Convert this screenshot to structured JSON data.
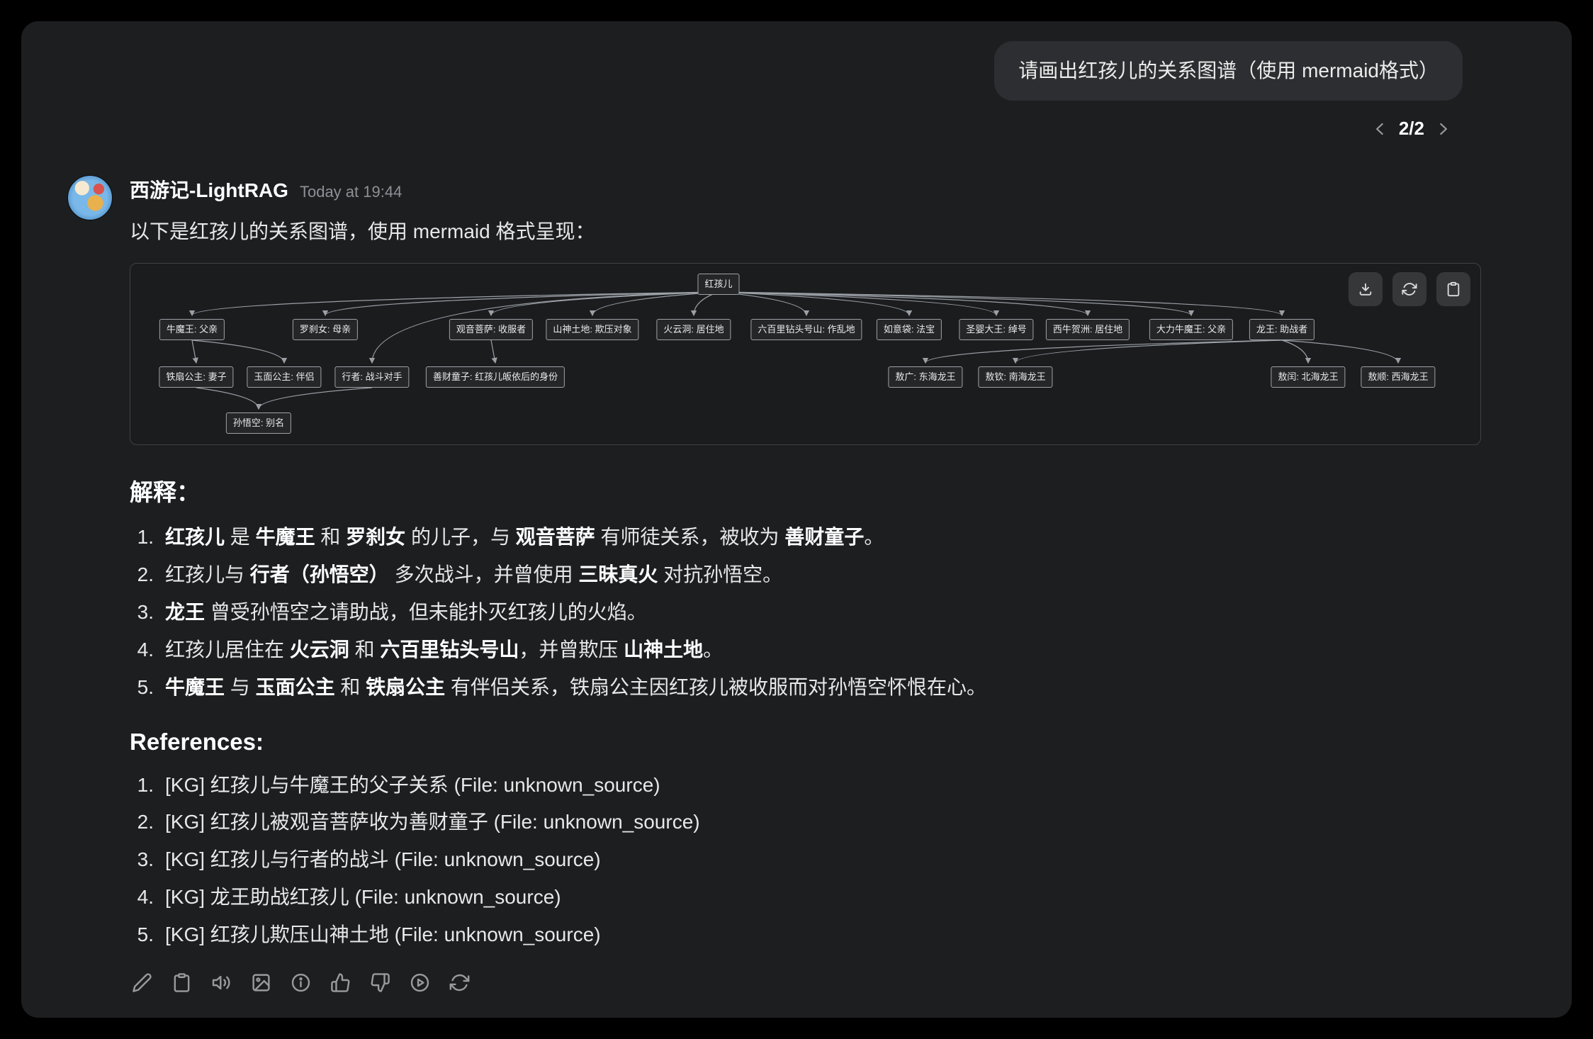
{
  "colors": {
    "window_bg": "#1d1e20",
    "user_bubble_bg": "#2d2e31",
    "edge_color": "#9aa0a6",
    "node_border": "#9fa2a6"
  },
  "user_message": {
    "text": "请画出红孩儿的关系图谱（使用 mermaid格式）"
  },
  "pagination": {
    "label": "2/2"
  },
  "assistant": {
    "name": "西游记-LightRAG",
    "timestamp": "Today at 19:44",
    "intro": "以下是红孩儿的关系图谱，使用 mermaid 格式呈现：",
    "explanation": {
      "heading": "解释：",
      "items": [
        [
          {
            "t": "红孩儿",
            "b": true
          },
          {
            "t": " 是 "
          },
          {
            "t": "牛魔王",
            "b": true
          },
          {
            "t": " 和 "
          },
          {
            "t": "罗刹女",
            "b": true
          },
          {
            "t": " 的儿子，与 "
          },
          {
            "t": "观音菩萨",
            "b": true
          },
          {
            "t": " 有师徒关系，被收为 "
          },
          {
            "t": "善财童子",
            "b": true
          },
          {
            "t": "。"
          }
        ],
        [
          {
            "t": "红孩儿与 "
          },
          {
            "t": "行者（孙悟空）",
            "b": true
          },
          {
            "t": " 多次战斗，并曾使用 "
          },
          {
            "t": "三昧真火",
            "b": true
          },
          {
            "t": " 对抗孙悟空。"
          }
        ],
        [
          {
            "t": "龙王",
            "b": true
          },
          {
            "t": " 曾受孙悟空之请助战，但未能扑灭红孩儿的火焰。"
          }
        ],
        [
          {
            "t": "红孩儿居住在 "
          },
          {
            "t": "火云洞",
            "b": true
          },
          {
            "t": " 和 "
          },
          {
            "t": "六百里钻头号山",
            "b": true
          },
          {
            "t": "，并曾欺压 "
          },
          {
            "t": "山神土地",
            "b": true
          },
          {
            "t": "。"
          }
        ],
        [
          {
            "t": "牛魔王",
            "b": true
          },
          {
            "t": " 与 "
          },
          {
            "t": "玉面公主",
            "b": true
          },
          {
            "t": " 和 "
          },
          {
            "t": "铁扇公主",
            "b": true
          },
          {
            "t": " 有伴侣关系，铁扇公主因红孩儿被收服而对孙悟空怀恨在心。"
          }
        ]
      ]
    },
    "references": {
      "heading": "References:",
      "items": [
        "[KG] 红孩儿与牛魔王的父子关系 (File: unknown_source)",
        "[KG] 红孩儿被观音菩萨收为善财童子 (File: unknown_source)",
        "[KG] 红孩儿与行者的战斗 (File: unknown_source)",
        "[KG] 龙王助战红孩儿 (File: unknown_source)",
        "[KG] 红孩儿欺压山神土地 (File: unknown_source)"
      ]
    }
  },
  "diagram": {
    "actions": [
      "download",
      "refresh",
      "clipboard"
    ],
    "nodes": [
      {
        "id": "honghaier",
        "label": "红孩儿"
      },
      {
        "id": "niumowang",
        "label": "牛魔王: 父亲"
      },
      {
        "id": "luochanv",
        "label": "罗刹女: 母亲"
      },
      {
        "id": "guanyin",
        "label": "观音菩萨: 收服者"
      },
      {
        "id": "shanshen",
        "label": "山神土地: 欺压对象"
      },
      {
        "id": "huoyundong",
        "label": "火云洞: 居住地"
      },
      {
        "id": "liubaili",
        "label": "六百里钻头号山: 作乱地"
      },
      {
        "id": "ruyidai",
        "label": "如意袋: 法宝"
      },
      {
        "id": "shengying",
        "label": "圣婴大王: 绰号"
      },
      {
        "id": "xiniu",
        "label": "西牛贺洲: 居住地"
      },
      {
        "id": "dali",
        "label": "大力牛魔王: 父亲"
      },
      {
        "id": "longwang",
        "label": "龙王: 助战者"
      },
      {
        "id": "tieshan",
        "label": "铁扇公主: 妻子"
      },
      {
        "id": "yumian",
        "label": "玉面公主: 伴侣"
      },
      {
        "id": "xingzhe",
        "label": "行者: 战斗对手"
      },
      {
        "id": "shancai",
        "label": "善财童子: 红孩儿皈依后的身份"
      },
      {
        "id": "aoguang",
        "label": "敖广: 东海龙王"
      },
      {
        "id": "aoqin",
        "label": "敖钦: 南海龙王"
      },
      {
        "id": "aorun",
        "label": "敖闰: 北海龙王"
      },
      {
        "id": "aoshun",
        "label": "敖顺: 西海龙王"
      },
      {
        "id": "sunwukong",
        "label": "孙悟空: 别名"
      }
    ],
    "edges": [
      {
        "from": "honghaier",
        "to": "niumowang"
      },
      {
        "from": "honghaier",
        "to": "luochanv"
      },
      {
        "from": "honghaier",
        "to": "guanyin"
      },
      {
        "from": "honghaier",
        "to": "shanshen"
      },
      {
        "from": "honghaier",
        "to": "huoyundong"
      },
      {
        "from": "honghaier",
        "to": "liubaili"
      },
      {
        "from": "honghaier",
        "to": "ruyidai"
      },
      {
        "from": "honghaier",
        "to": "shengying"
      },
      {
        "from": "honghaier",
        "to": "xiniu"
      },
      {
        "from": "honghaier",
        "to": "dali"
      },
      {
        "from": "honghaier",
        "to": "longwang"
      },
      {
        "from": "honghaier",
        "to": "xingzhe"
      },
      {
        "from": "niumowang",
        "to": "tieshan"
      },
      {
        "from": "niumowang",
        "to": "yumian"
      },
      {
        "from": "guanyin",
        "to": "shancai"
      },
      {
        "from": "tieshan",
        "to": "sunwukong"
      },
      {
        "from": "xingzhe",
        "to": "sunwukong"
      },
      {
        "from": "longwang",
        "to": "aoguang"
      },
      {
        "from": "longwang",
        "to": "aoqin"
      },
      {
        "from": "longwang",
        "to": "aorun"
      },
      {
        "from": "longwang",
        "to": "aoshun"
      }
    ]
  },
  "toolbar": {
    "icons": [
      "edit",
      "copy",
      "speaker",
      "image",
      "info",
      "thumbs-up",
      "thumbs-down",
      "play",
      "refresh"
    ]
  }
}
